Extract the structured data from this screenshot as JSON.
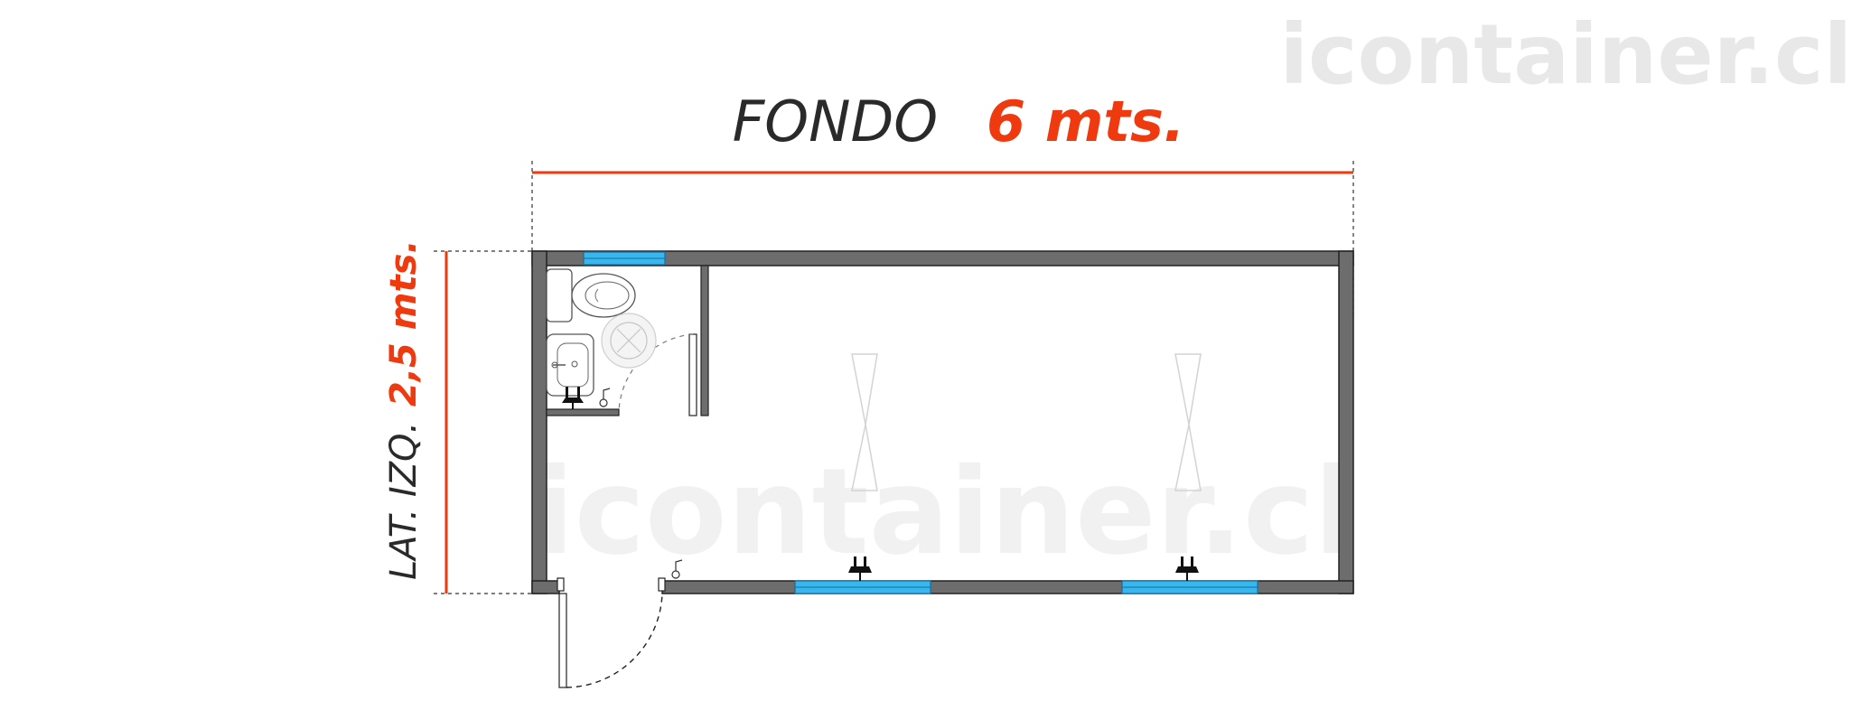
{
  "watermark": {
    "text": "icontainer.cl",
    "color": "#e6e6e6"
  },
  "dimensions": {
    "width_label": "FONDO",
    "width_value": "6 mts.",
    "depth_label": "LAT. IZQ.",
    "depth_value": "2,5 mts."
  },
  "colors": {
    "accent": "#ee3a0e",
    "wall": "#6d6d6d",
    "window": "#38b6ee",
    "text": "#2a2a2a"
  },
  "icons": [
    "toilet-icon",
    "sink-icon",
    "floor-drain-icon",
    "light-fixture-icon",
    "power-outlet-icon",
    "door-swing-icon"
  ]
}
